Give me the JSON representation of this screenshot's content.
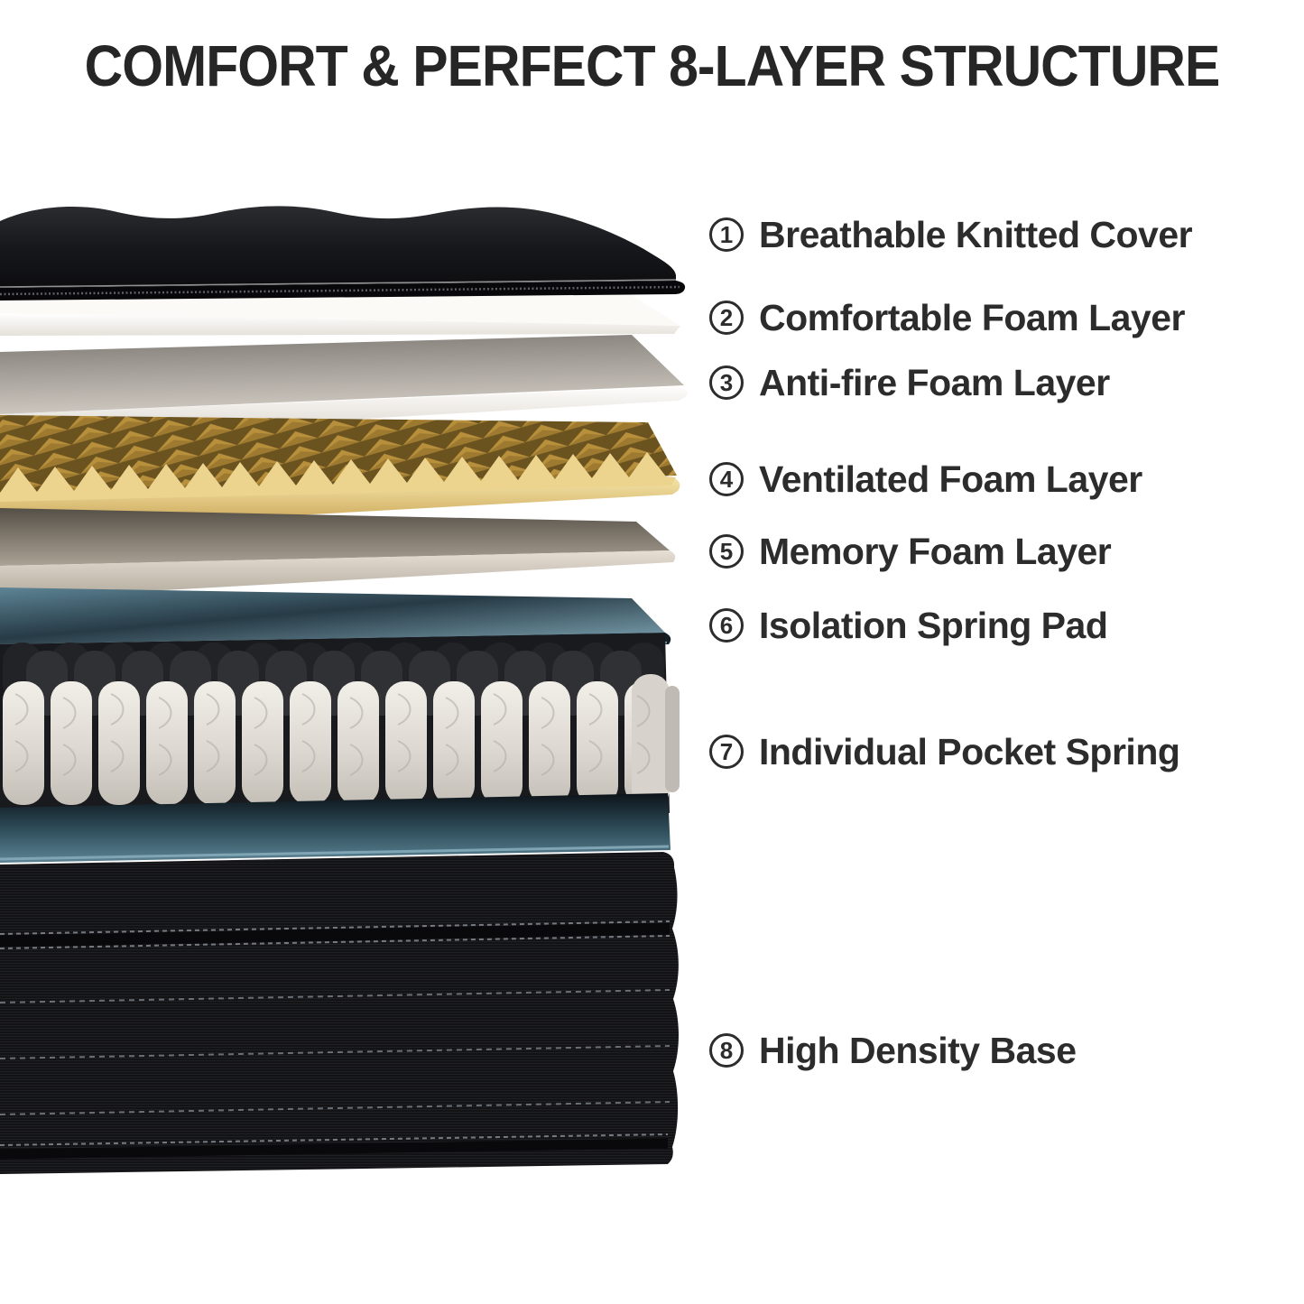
{
  "title": "COMFORT & PERFECT 8-LAYER STRUCTURE",
  "layers": [
    {
      "num": "1",
      "label": "Breathable Knitted Cover"
    },
    {
      "num": "2",
      "label": "Comfortable Foam Layer"
    },
    {
      "num": "3",
      "label": "Anti-fire Foam Layer"
    },
    {
      "num": "4",
      "label": "Ventilated Foam Layer"
    },
    {
      "num": "5",
      "label": "Memory Foam Layer"
    },
    {
      "num": "6",
      "label": "Isolation Spring Pad"
    },
    {
      "num": "7",
      "label": "Individual Pocket Spring"
    },
    {
      "num": "8",
      "label": "High Density Base"
    }
  ],
  "colors": {
    "background": "#ffffff",
    "title_text": "#262626",
    "label_text": "#2c2c2c",
    "knitted_cover": "#121215",
    "foam_white": "#f6f3ee",
    "ventilated_foam_yellow": "#ecd48e",
    "memory_foam_cream": "#d9d1c5",
    "isolation_pad_blue": "#4f7586",
    "pocket_spring_white": "#dcd7d0",
    "base_black": "#141417"
  }
}
